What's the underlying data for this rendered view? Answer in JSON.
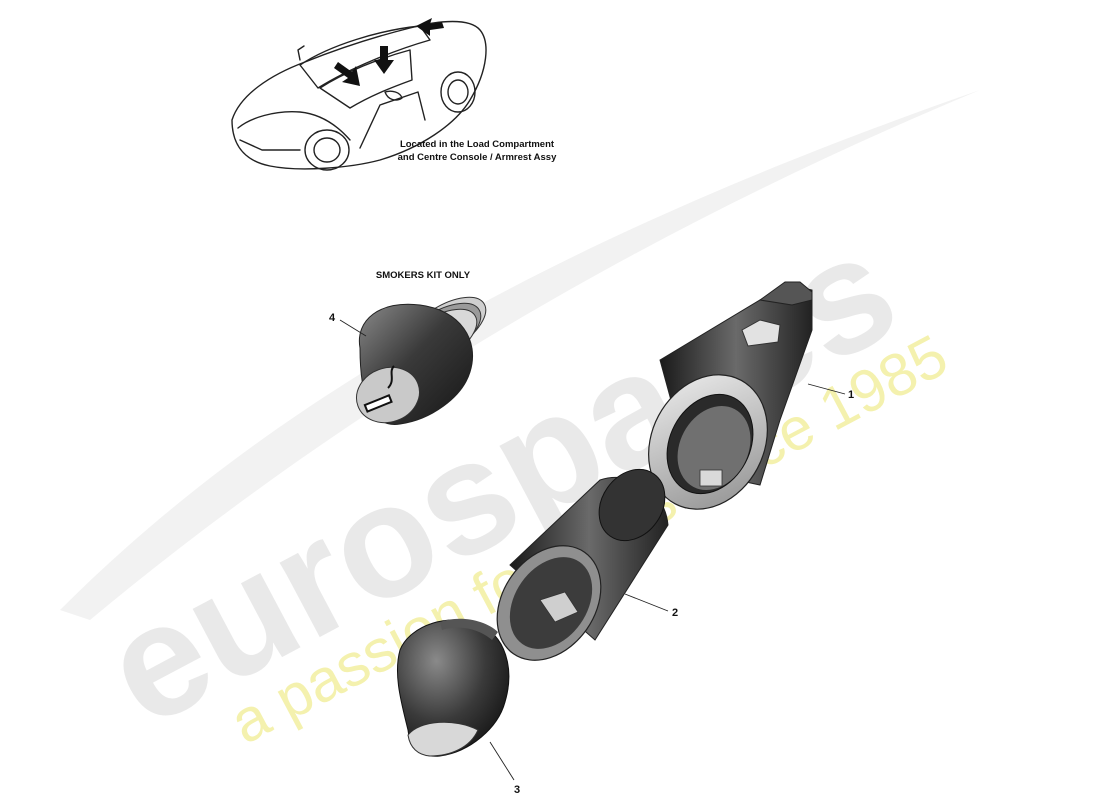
{
  "location_caption": {
    "line1": "Located in the Load Compartment",
    "line2": "and Centre Console / Armrest Assy"
  },
  "kit_note": "SMOKERS KIT ONLY",
  "callouts": [
    {
      "id": "1"
    },
    {
      "id": "2"
    },
    {
      "id": "3"
    },
    {
      "id": "4"
    }
  ],
  "watermark": {
    "brand": "eurospares",
    "tagline": "a passion for parts since 1985",
    "brand_color": "#e6e6e6",
    "tagline_color": "#f3f0a6"
  },
  "part_colors": {
    "body_dark": "#2b2b2b",
    "body_mid": "#6a6a6a",
    "body_light": "#bdbdbd"
  }
}
